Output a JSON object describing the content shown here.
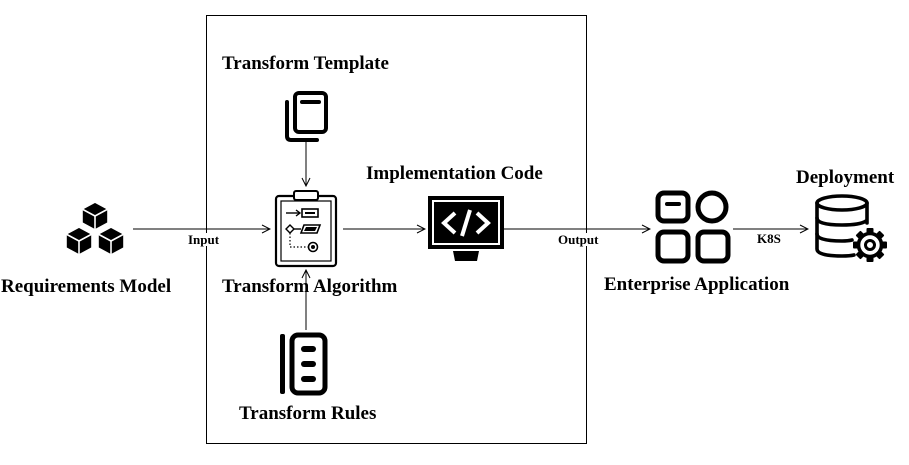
{
  "nodes": {
    "requirements_model": {
      "label": "Requirements Model",
      "icon": "cubes-icon"
    },
    "transform_template": {
      "label": "Transform Template",
      "icon": "copy-documents-icon"
    },
    "transform_algorithm": {
      "label": "Transform Algorithm",
      "icon": "clipboard-flowchart-icon"
    },
    "transform_rules": {
      "label": "Transform Rules",
      "icon": "rules-list-icon"
    },
    "implementation_code": {
      "label": "Implementation Code",
      "icon": "code-monitor-icon"
    },
    "enterprise_application": {
      "label": "Enterprise Application",
      "icon": "app-grid-icon"
    },
    "deployment": {
      "label": "Deployment",
      "icon": "database-gear-icon"
    }
  },
  "edges": {
    "input": "Input",
    "output": "Output",
    "k8s": "K8S"
  },
  "colors": {
    "stroke": "#000000",
    "background": "#ffffff"
  }
}
